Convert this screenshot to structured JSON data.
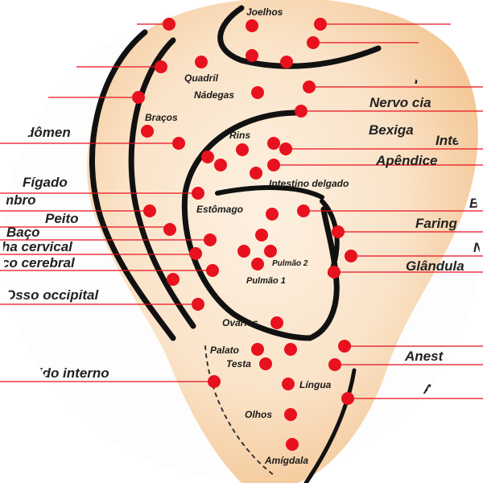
{
  "colors": {
    "background_disc": "#fdfdfd",
    "skin_light": "#fdf1e2",
    "skin_mid": "#f9dcbc",
    "skin_dark": "#f4c796",
    "outline": "#111111",
    "point": "#e8111e",
    "leader_line": "#e8111e",
    "text": "#222222"
  },
  "labels": {
    "joelhos": "Joelhos",
    "quadril": "Quadril",
    "nadegas": "Nádegas",
    "bracos": "Braços",
    "rins": "Rins",
    "intestino_delgado": "Intestino delgado",
    "estomago": "Estômago",
    "pulmao2": "Pulmão 2",
    "pulmao1": "Pulmão 1",
    "ovarios": "Ovários",
    "palato": "Palato",
    "testa": "Testa",
    "lingua": "Língua",
    "olhos": "Olhos",
    "amigdala": "Amígdala",
    "abdomen": "dômen",
    "figado": "Fígado",
    "ombro": "mbro",
    "peito": "Peito",
    "baco": "Baço",
    "coluna_cervical": "ha cervical",
    "tronco_cerebral": "co cerebral",
    "osso_occipital": "Osso occipital",
    "ouvido_interno": "uvido interno",
    "nervo_ciatico": "Nervo cia",
    "bexiga": "Bexiga",
    "intestino_grosso": "Inte",
    "apendice": "Apêndice",
    "boca": "B",
    "faringe": "Faring",
    "nariz": "N",
    "glandulas": "Glândula",
    "anestesia": "Anest",
    "fragment_a": "A",
    "fragment_right_top": "F"
  }
}
